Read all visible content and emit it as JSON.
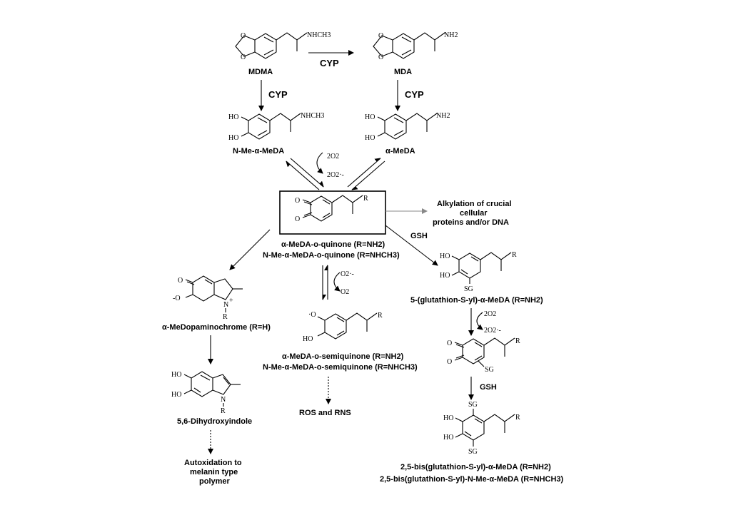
{
  "compounds": {
    "mdma": {
      "name": "MDMA",
      "sub": "NHCH3"
    },
    "mda": {
      "name": "MDA",
      "sub": "NH2"
    },
    "nme_meda": {
      "name": "N-Me-α-MeDA",
      "sub": "NHCH3",
      "oh1": "HO",
      "oh2": "HO"
    },
    "meda": {
      "name": "α-MeDA",
      "sub": "NH2",
      "oh1": "HO",
      "oh2": "HO"
    },
    "quinone": {
      "line1": "α-MeDA-o-quinone (R=NH2)",
      "line2": "N-Me-α-MeDA-o-quinone (R=NHCH3)",
      "o1": "O",
      "o2": "O",
      "r": "R"
    },
    "aminochrome": {
      "name": "α-MeDopaminochrome (R=H)",
      "o1": "O",
      "o2": "-O",
      "n": "N",
      "nplus": "+",
      "r": "R"
    },
    "dihydroxyindole": {
      "name": "5,6-Dihydroxyindole",
      "oh1": "HO",
      "oh2": "HO",
      "n": "N",
      "r": "R"
    },
    "semiquinone": {
      "line1": "α-MeDA-o-semiquinone (R=NH2)",
      "line2": "N-Me-α-MeDA-o-semiquinone (R=NHCH3)",
      "o1": "·O",
      "oh": "HO",
      "r": "R"
    },
    "gsh1": {
      "name": "5-(glutathion-S-yl)-α-MeDA (R=NH2)",
      "oh1": "HO",
      "oh2": "HO",
      "sg": "SG",
      "r": "R"
    },
    "gsh_quinone": {
      "o1": "O",
      "o2": "O",
      "sg": "SG",
      "r": "R"
    },
    "bisgsh": {
      "line1": "2,5-bis(glutathion-S-yl)-α-MeDA (R=NH2)",
      "line2": "2,5-bis(glutathion-S-yl)-N-Me-α-MeDA (R=NHCH3)",
      "oh1": "HO",
      "oh2": "HO",
      "sg1": "SG",
      "sg2": "SG",
      "r": "R"
    }
  },
  "labels": {
    "cyp_top": "CYP",
    "cyp_left": "CYP",
    "cyp_right": "CYP",
    "twoO2": "2O2",
    "twoO2rad": "2O2·-",
    "o2rad": "O2·-",
    "o2": "O2",
    "gsh1": "GSH",
    "gsh2": "GSH",
    "twoO2_b": "2O2",
    "twoO2rad_b": "2O2·-",
    "alkylation": [
      "Alkylation of crucial",
      "cellular",
      "proteins and/or DNA"
    ],
    "ros": "ROS and RNS",
    "autox": [
      "Autoxidation to",
      "melanin type",
      "polymer"
    ]
  }
}
